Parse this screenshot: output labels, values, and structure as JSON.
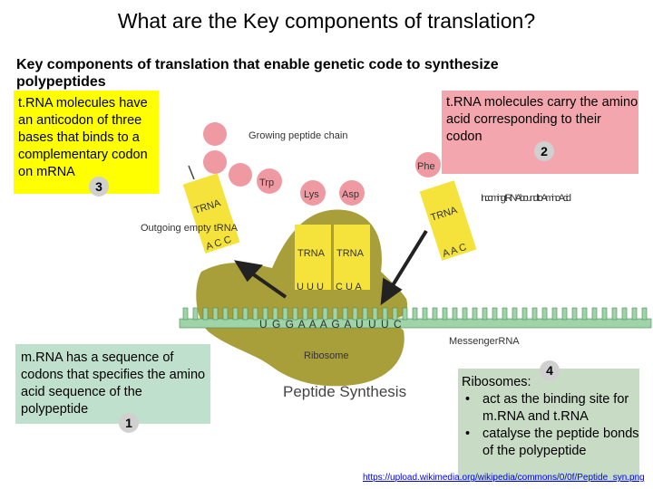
{
  "title": "What are the Key components of translation?",
  "subtitle": "Key components of translation that enable genetic code to synthesize polypeptides",
  "boxes": {
    "trna_anticodon": {
      "text": "t.RNA molecules have an anticodon of three bases that binds to a complementary codon on mRNA",
      "badge": "3"
    },
    "trna_carry": {
      "text": "t.RNA molecules carry the amino acid corresponding to their codon",
      "badge": "2"
    },
    "mrna": {
      "text": "m.RNA has a sequence of codons that specifies the amino acid sequence of the polypeptide",
      "badge": "1"
    },
    "ribosomes": {
      "heading": "Ribosomes:",
      "bullets": [
        "act as the binding site for m.RNA and t.RNA",
        "catalyse the peptide bonds of the polypeptide"
      ],
      "badge": "4"
    }
  },
  "diagram": {
    "growing_chain": "Growing peptide chain",
    "outgoing": "Outgoing empty tRNA",
    "incoming": "Incoming tRNA bound to Amino Acid",
    "ribosome": "Ribosome",
    "messenger": "MessengerRNA",
    "caption": "Peptide Synthesis",
    "trna": "TRNA",
    "amino_trp": "Trp",
    "amino_lys": "Lys",
    "amino_asp": "Asp",
    "amino_phe": "Phe",
    "anticodon_out": "A C C",
    "anticodon_p": "U U U",
    "anticodon_a": "C U A",
    "anticodon_in": "A A C",
    "mrna_sequence": "U G G A A A G A U U U C"
  },
  "source": "https://upload.wikimedia.org/wikipedia/commons/0/0f/Peptide_syn.png",
  "colors": {
    "trna_yellow": "#f5e33b",
    "amino_pink": "#ef9aa3",
    "ribosome_olive": "#a89e3a",
    "mrna_green": "#9fd3a8"
  }
}
